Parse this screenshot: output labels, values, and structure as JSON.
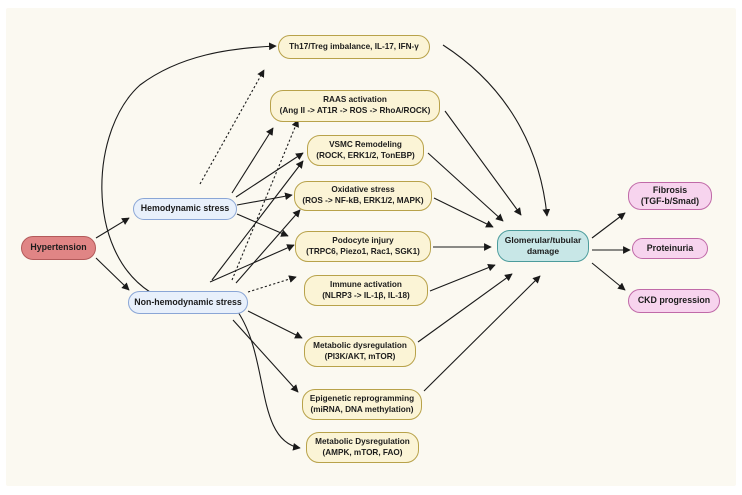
{
  "nodes": {
    "hypertension": "Hypertension",
    "hemodynamic": "Hemodynamic stress",
    "nonhemodynamic": "Non-hemodynamic stress",
    "th17": {
      "line1": "Th17/Treg imbalance, IL-17, IFN-γ"
    },
    "raas": {
      "line1": "RAAS activation",
      "line2": "(Ang II -> AT1R -> ROS -> RhoA/ROCK)"
    },
    "vsmc": {
      "line1": "VSMC Remodeling",
      "line2": "(ROCK, ERK1/2, TonEBP)"
    },
    "oxidative": {
      "line1": "Oxidative stress",
      "line2": "(ROS -> NF-kB, ERK1/2, MAPK)"
    },
    "podocyte": {
      "line1": "Podocyte injury",
      "line2": "(TRPC6, Piezo1, Rac1, SGK1)"
    },
    "immune": {
      "line1": "Immune activation",
      "line2": "(NLRP3 -> IL-1β, IL-18)"
    },
    "metabolic1": {
      "line1": "Metabolic dysregulation",
      "line2": "(PI3K/AKT, mTOR)"
    },
    "epigenetic": {
      "line1": "Epigenetic reprogramming",
      "line2": "(miRNA, DNA methylation)"
    },
    "metabolic2": {
      "line1": "Metabolic Dysregulation",
      "line2": "(AMPK, mTOR, FAO)"
    },
    "glomerular": {
      "line1": "Glomerular/tubular",
      "line2": "damage"
    },
    "fibrosis": {
      "line1": "Fibrosis",
      "line2": "(TGF-b/Smad)"
    },
    "proteinuria": "Proteinuria",
    "ckd": "CKD progression"
  },
  "colors": {
    "mechanism_fill": "#fbf4d6",
    "hypertension_fill": "#e08585",
    "stress_fill": "#e8f0fb",
    "damage_fill": "#c8e7e7",
    "outcome_fill": "#f7d4ee",
    "arrow": "#1a1a1a"
  }
}
